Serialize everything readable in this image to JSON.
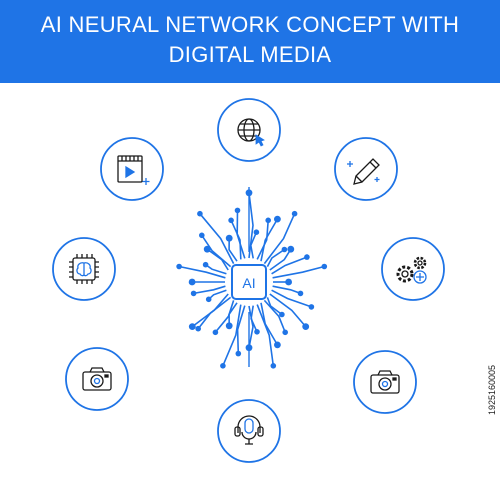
{
  "header": {
    "title_line1": "AI NEURAL NETWORK CONCEPT WITH",
    "title_line2": "DIGITAL MEDIA",
    "background_color": "#1f74e6",
    "text_color": "#ffffff"
  },
  "center": {
    "chip_label": "AI",
    "accent_color": "#1f74e6"
  },
  "icons": [
    "globe-icon",
    "pencil-icon",
    "gears-icon",
    "camera-icon",
    "microphone-headset-icon",
    "camera-icon",
    "brain-chip-icon",
    "video-player-icon"
  ],
  "watermark": {
    "stock_id": "1925160005"
  }
}
